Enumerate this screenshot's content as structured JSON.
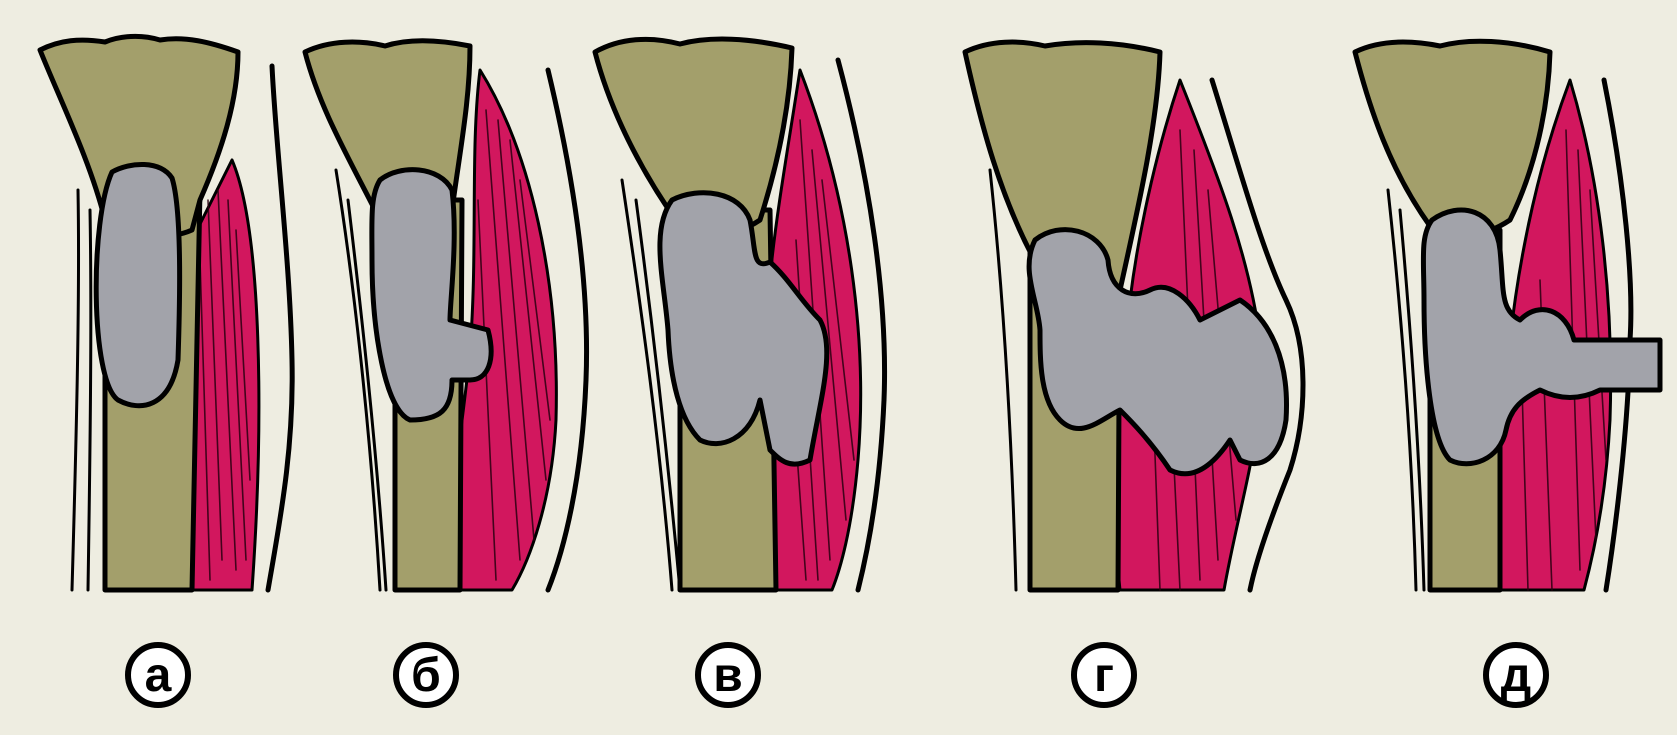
{
  "panels": [
    {
      "id": "a",
      "label": "а"
    },
    {
      "id": "b",
      "label": "б"
    },
    {
      "id": "v",
      "label": "в"
    },
    {
      "id": "g",
      "label": "г"
    },
    {
      "id": "d",
      "label": "д"
    }
  ],
  "colors": {
    "background": "#eeede1",
    "bone": "#a39f6b",
    "abscess": "#a2a3aa",
    "muscle": "#d2175e",
    "outline": "#000000"
  }
}
